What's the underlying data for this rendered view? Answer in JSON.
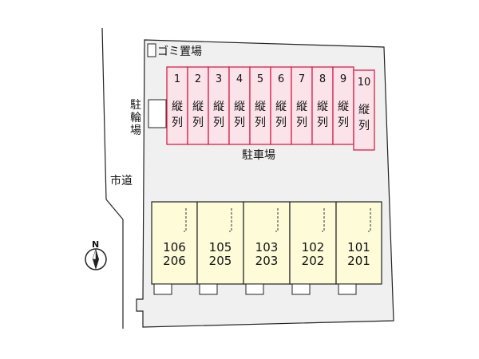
{
  "labels": {
    "garbage": "ゴミ置場",
    "bicycle": [
      "駐",
      "輪",
      "場"
    ],
    "road": "市道",
    "parking": "駐車場",
    "compass": "N"
  },
  "parking_spaces": [
    {
      "number": "1",
      "type": [
        "縦",
        "列"
      ]
    },
    {
      "number": "2",
      "type": [
        "縦",
        "列"
      ]
    },
    {
      "number": "3",
      "type": [
        "縦",
        "列"
      ]
    },
    {
      "number": "4",
      "type": [
        "縦",
        "列"
      ]
    },
    {
      "number": "5",
      "type": [
        "縦",
        "列"
      ]
    },
    {
      "number": "6",
      "type": [
        "縦",
        "列"
      ]
    },
    {
      "number": "7",
      "type": [
        "縦",
        "列"
      ]
    },
    {
      "number": "8",
      "type": [
        "縦",
        "列"
      ]
    },
    {
      "number": "9",
      "type": [
        "縦",
        "列"
      ]
    },
    {
      "number": "10",
      "type": [
        "縦",
        "列"
      ]
    }
  ],
  "units": [
    {
      "upper": "106",
      "lower": "206"
    },
    {
      "upper": "105",
      "lower": "205"
    },
    {
      "upper": "103",
      "lower": "203"
    },
    {
      "upper": "102",
      "lower": "202"
    },
    {
      "upper": "101",
      "lower": "201"
    }
  ],
  "colors": {
    "lot": "#f0f0f0",
    "parking_fill": "#fbe3ea",
    "parking_stroke": "#d9204a",
    "building_fill": "#fdfbd8",
    "outline": "#222222"
  }
}
